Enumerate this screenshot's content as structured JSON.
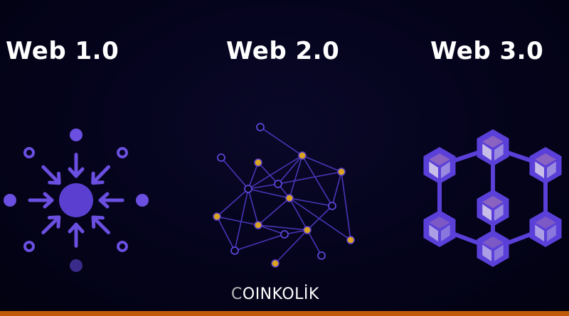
{
  "titles": {
    "web1": "Web 1.0",
    "web2": "Web 2.0",
    "web3": "Web 3.0"
  },
  "logo": {
    "first": "C",
    "rest": "OINKOLİK",
    "full": "COINKOLİK"
  },
  "colors": {
    "purple": "#6a4fe0",
    "gold": "#d9a520",
    "background": "#05041a",
    "accent_bar": "#c05a08"
  }
}
